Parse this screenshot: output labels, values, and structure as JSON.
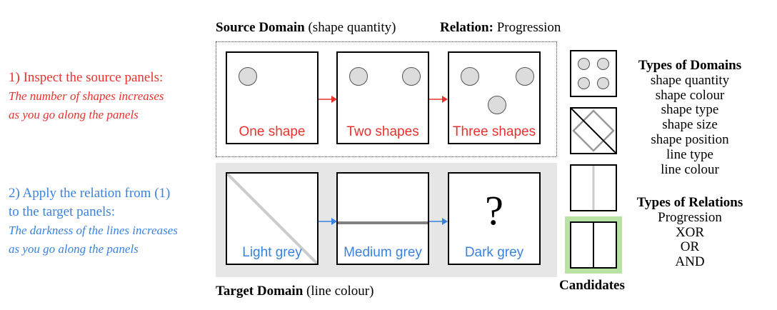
{
  "left": {
    "step1_title": "1) Inspect the source panels:",
    "step1_desc_line1": "The number of shapes increases",
    "step1_desc_line2": "as you go along the panels",
    "step2_title_line1": "2) Apply the relation from (1)",
    "step2_title_line2": "to the target panels:",
    "step2_desc_line1": "The darkness of the lines increases",
    "step2_desc_line2": "as you go along the panels"
  },
  "source": {
    "heading_bold": "Source Domain",
    "heading_rest": " (shape quantity)",
    "relation_bold": "Relation:",
    "relation_rest": " Progression",
    "panels": [
      {
        "label": "One shape",
        "shapes": 1
      },
      {
        "label": "Two shapes",
        "shapes": 2
      },
      {
        "label": "Three shapes",
        "shapes": 3
      }
    ]
  },
  "target": {
    "heading_bold": "Target Domain",
    "heading_rest": " (line colour)",
    "panels": [
      {
        "label": "Light grey",
        "line_color": "#cccccc"
      },
      {
        "label": "Medium grey",
        "line_color": "#808080"
      },
      {
        "label": "Dark grey",
        "symbol": "?"
      }
    ]
  },
  "candidates_label": "Candidates",
  "domains": {
    "title": "Types of Domains",
    "items": [
      "shape quantity",
      "shape colour",
      "shape type",
      "shape size",
      "shape position",
      "line type",
      "line colour"
    ]
  },
  "relations": {
    "title": "Types of Relations",
    "items": [
      "Progression",
      "XOR",
      "OR",
      "AND"
    ]
  },
  "colors": {
    "step1": "#e8322e",
    "step2": "#3a82e0",
    "target_background": "#e6e6e6",
    "candidate_highlight": "#b9e3a3"
  }
}
